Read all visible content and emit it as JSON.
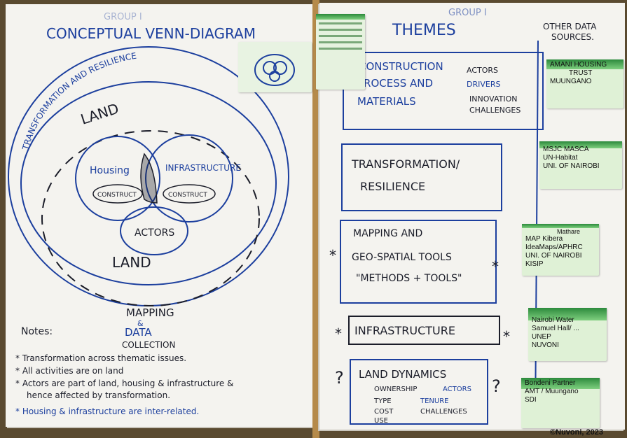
{
  "left": {
    "faint_heading": "GROUP I",
    "title": "CONCEPTUAL VENN-DIAGRAM",
    "ring_label": "TRANSFORMATION AND RESILIENCE",
    "land_top": "LAND",
    "land_bottom": "LAND",
    "housing": "Housing",
    "infrastructure": "INFRASTRUCTURE",
    "construct_left": "CONSTRUCT",
    "construct_right": "CONSTRUCT",
    "actors": "ACTORS",
    "mapping": "MAPPING",
    "amp": "&",
    "data": "DATA",
    "collection": "COLLECTION",
    "notes_label": "Notes:",
    "notes": [
      "* Transformation across thematic issues.",
      "* All activities are on land",
      "* Actors are part of land, housing & infrastructure &",
      "hence affected by transformation.",
      "* Housing & infrastructure are inter-related."
    ]
  },
  "right": {
    "group_label": "GROUP I",
    "title": "THEMES",
    "other_sources": [
      "OTHER DATA",
      "SOURCES."
    ],
    "themes": [
      {
        "title": [
          "CONSTRUCTION",
          "PROCESS AND",
          "MATERIALS"
        ],
        "bullets": [
          "ACTORS",
          "DRIVERS",
          "INNOVATION",
          "CHALLENGES"
        ]
      },
      {
        "title": [
          "TRANSFORMATION/",
          "RESILIENCE"
        ],
        "bullets": []
      },
      {
        "title": [
          "MAPPING AND",
          "GEO-SPATIAL TOOLS",
          "\"METHODS + TOOLS\""
        ],
        "bullets": []
      },
      {
        "title": [
          "INFRASTRUCTURE"
        ],
        "bullets": []
      },
      {
        "title": [
          "LAND DYNAMICS"
        ],
        "bullets": [
          "OWNERSHIP",
          "ACTORS",
          "TYPE",
          "TENURE",
          "COST",
          "CHALLENGES",
          "USE"
        ]
      }
    ],
    "star": "*",
    "question": "?",
    "sticky_notes": [
      [
        "AMANI HOUSING",
        "TRUST",
        "MUUNGANO"
      ],
      [
        "MSJC MASCA",
        "UN-Habitat",
        "UNI. OF NAIROBI"
      ],
      [
        "Mathare",
        "MAP Kibera",
        "IdeaMaps/APHRC",
        "UNI. OF NAIROBI",
        "KISIP"
      ],
      [
        "Nairobi Water",
        "Samuel Hall/ ...",
        "UNEP",
        "NUVONI"
      ],
      [
        "Bondeni Partner",
        "AMT / Muungano",
        "SDI"
      ]
    ]
  },
  "credit": "©Nuvoni, 2023"
}
